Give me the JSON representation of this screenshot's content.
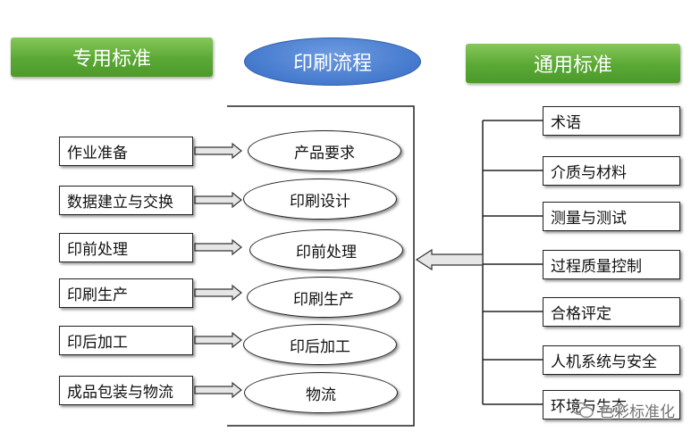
{
  "headers": {
    "special": "专用标准",
    "center": "印刷流程",
    "general": "通用标准"
  },
  "left_boxes": [
    "作业准备",
    "数据建立与交换",
    "印前处理",
    "印刷生产",
    "印后加工",
    "成品包装与物流"
  ],
  "process_ellipses": [
    "产品要求",
    "印刷设计",
    "印前处理",
    "印刷生产",
    "印后加工",
    "物流"
  ],
  "right_boxes": [
    "术语",
    "介质与材料",
    "测量与测试",
    "过程质量控制",
    "合格评定",
    "人机系统与安全",
    "环境与生态"
  ],
  "watermark": "色彩标准化",
  "colors": {
    "header_green": "#5aa834",
    "center_blue": "#4a7ed0",
    "arrow_fill": "#e6e6e6",
    "line": "#222222"
  }
}
